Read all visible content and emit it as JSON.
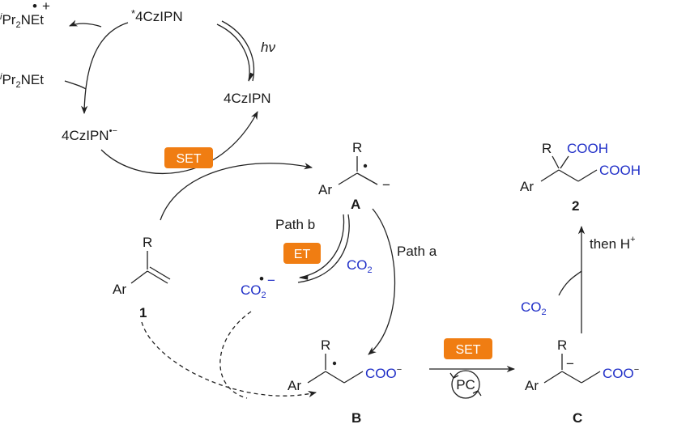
{
  "colors": {
    "badge": "#f07d12",
    "blue": "#2130c8",
    "ink": "#1a1a1a"
  },
  "catalyst": {
    "excited": "4CzIPN",
    "excited_prefix": "*",
    "ground": "4CzIPN",
    "reduced": "4CzIPN",
    "hv": "hν"
  },
  "amine": {
    "base": "Pr",
    "sub": "2",
    "tail": "NEt",
    "prefix": "i"
  },
  "badges": {
    "set1": "SET",
    "et": "ET",
    "set2": "SET"
  },
  "labels": {
    "path_a": "Path a",
    "path_b": "Path b",
    "then": "then H",
    "pc": "PC",
    "co2": "CO",
    "co2_sub": "2"
  },
  "atoms": {
    "R": "R",
    "Ar": "Ar",
    "coo": "COO",
    "cooh": "COOH"
  },
  "compounds": {
    "A": "A",
    "B": "B",
    "C": "C",
    "one": "1",
    "two": "2"
  },
  "charges": {
    "minus": "−",
    "plus": "+"
  }
}
